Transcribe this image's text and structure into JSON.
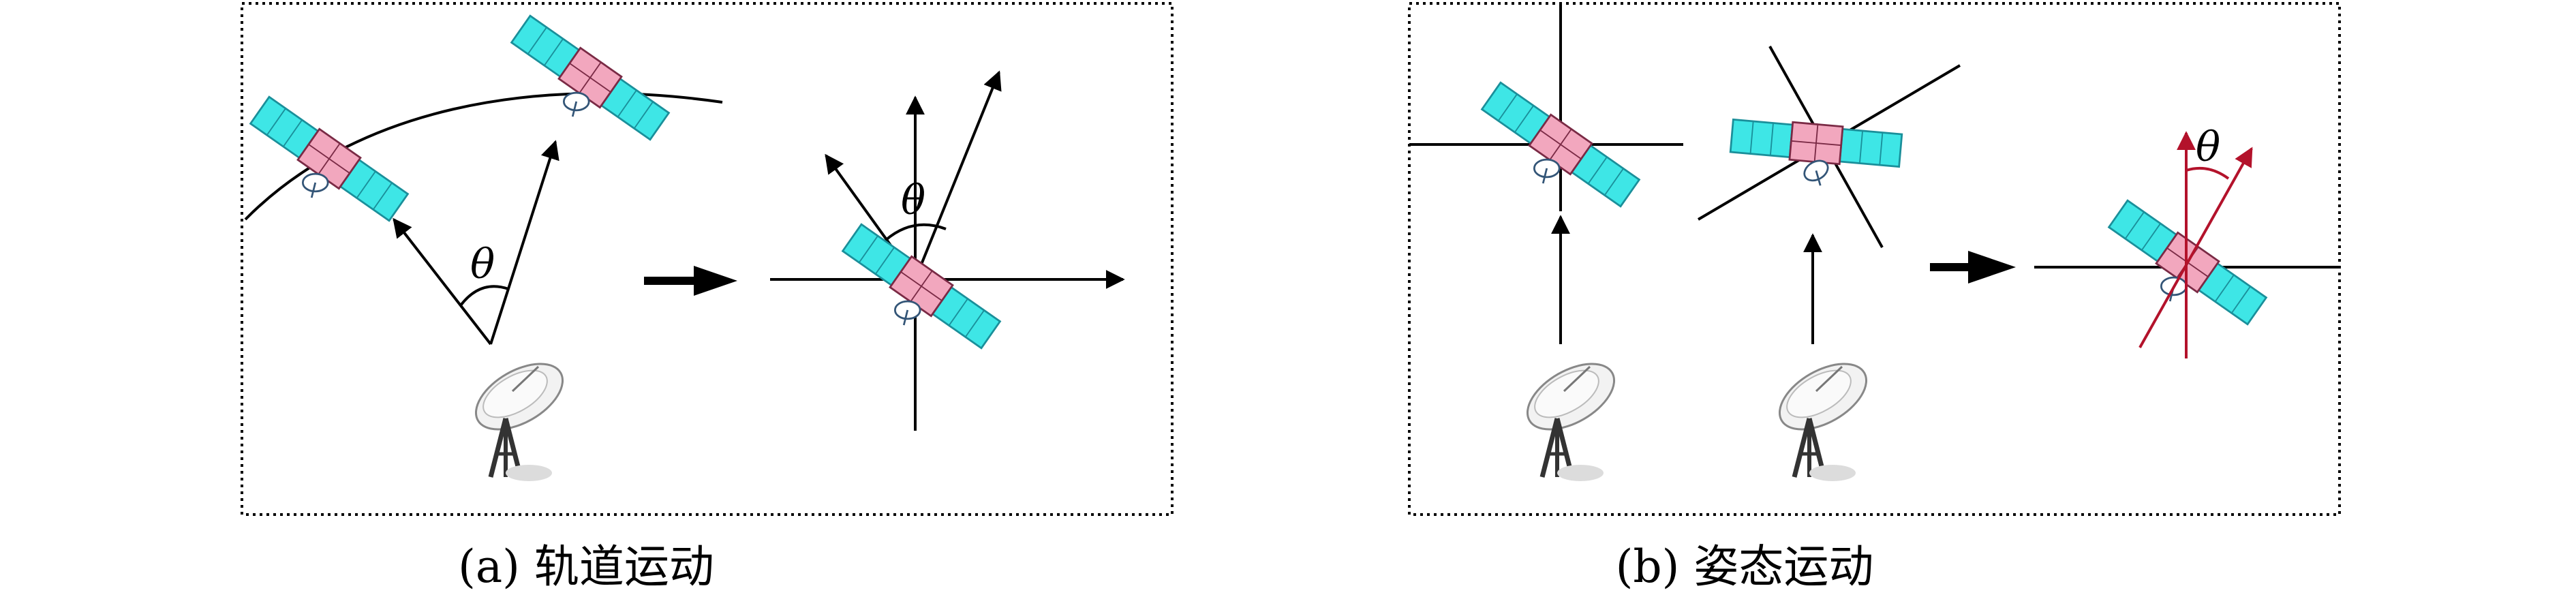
{
  "panels": [
    {
      "caption": "(a) 轨道运动",
      "angle_label": "θ"
    },
    {
      "caption": "(b) 姿态运动",
      "angle_label": "θ"
    }
  ],
  "colors": {
    "line": "#000000",
    "highlight": "#b3122b",
    "solar_panel": "#3ee6e6",
    "satellite_body": "#e07a9a"
  },
  "icons": [
    "satellite-icon",
    "ground-station-dish-icon",
    "thick-arrow-icon"
  ]
}
